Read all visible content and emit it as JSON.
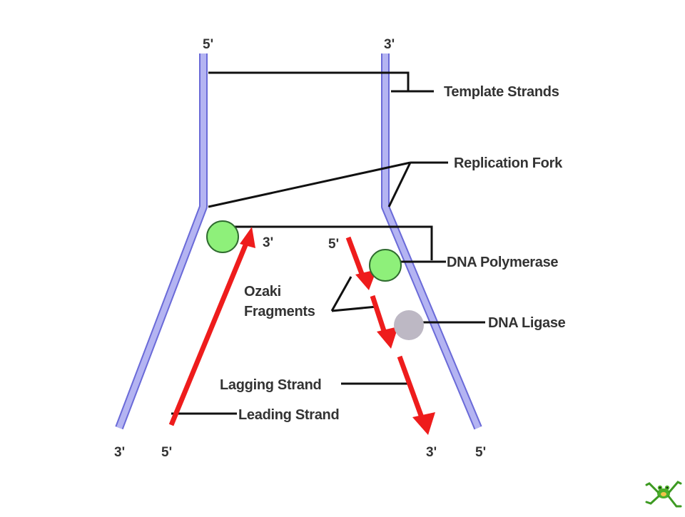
{
  "diagram": {
    "strand_ends": {
      "left_top": "5'",
      "right_top": "3'",
      "left_bottom": "3'",
      "leading_bottom": "5'",
      "lagging_bottom": "3'",
      "right_bottom": "5'",
      "leading_tip": "3'",
      "okazaki_start": "5'"
    },
    "labels": {
      "template_strands": "Template Strands",
      "replication_fork": "Replication Fork",
      "dna_polymerase": "DNA Polymerase",
      "ozaki_line1": "Ozaki",
      "ozaki_line2": "Fragments",
      "dna_ligase": "DNA Ligase",
      "lagging_strand": "Lagging Strand",
      "leading_strand": "Leading Strand"
    },
    "colors": {
      "template": "#b4b4f2",
      "template_edge": "#6a6ad8",
      "new_strand": "#ee1c1c",
      "polymerase": "#8ef07a",
      "polymerase_edge": "#2f6b2f",
      "ligase": "#bdb8c4",
      "leader_line": "#111111"
    },
    "logo": "frog-logo"
  }
}
